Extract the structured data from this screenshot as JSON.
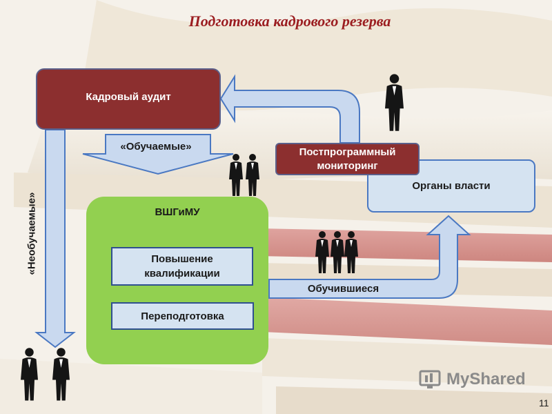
{
  "title": "Подготовка кадрового резерва",
  "nodes": {
    "audit": "Кадровый аудит",
    "monitoring": "Постпрограммный мониторинг",
    "authorities": "Органы власти",
    "vshgimu": "ВШГиМУ",
    "qualification": "Повышение квалификации",
    "retraining": "Переподготовка"
  },
  "arrows": {
    "trainable": "«Обучаемые»",
    "untrained": "«Необучаемые»",
    "trained": "Обучившиеся"
  },
  "watermark": "MyShared",
  "page_number": "11",
  "colors": {
    "title": "#9b1d20",
    "dark_red_box": "#8c2f2f",
    "light_blue_box": "#d5e3f1",
    "green_box": "#92d050",
    "arrow_fill": "#c9d9ef",
    "arrow_stroke": "#4a78c2"
  },
  "icons": {
    "people": "business-person-silhouette-icon",
    "logo": "myshared-logo-icon"
  }
}
